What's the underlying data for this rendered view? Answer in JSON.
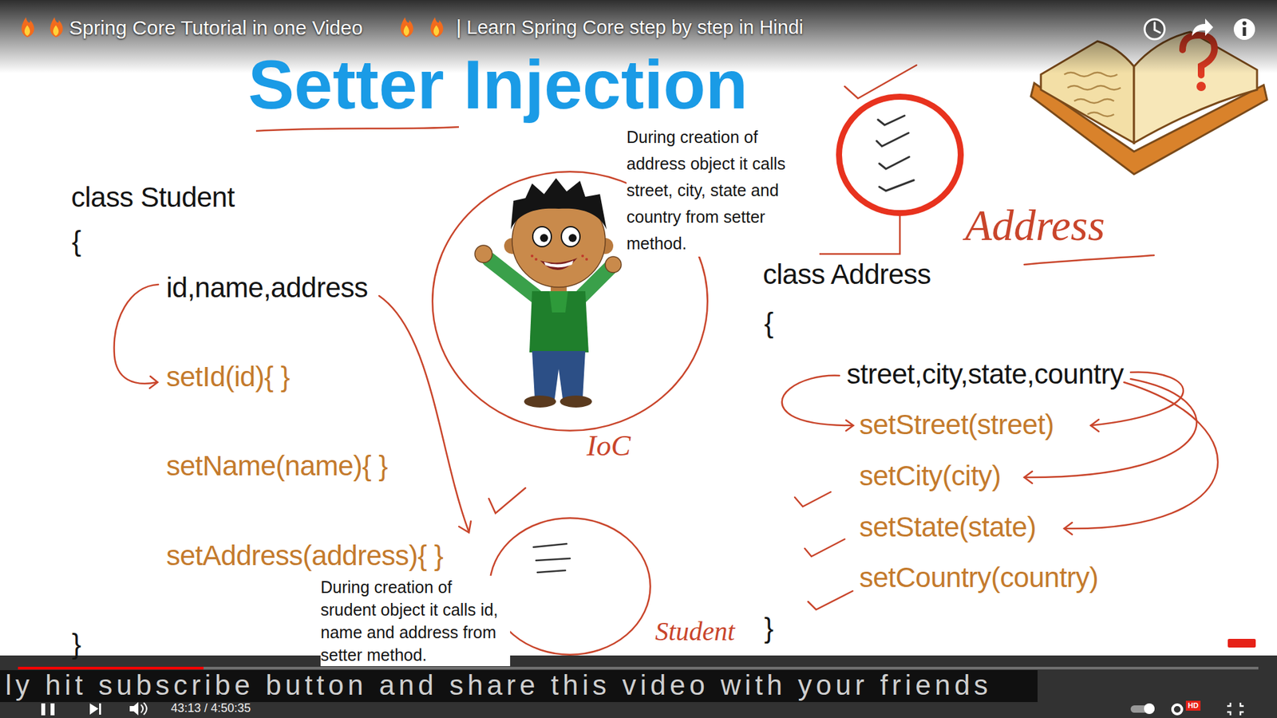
{
  "diagram": {
    "title": "Setter Injection",
    "nodes": [
      {
        "text": [
          "IoC"
        ]
      },
      {
        "text": [
          "Address"
        ]
      },
      {
        "text": [
          "Student"
        ]
      }
    ],
    "edges": [
      {
        "from": 0,
        "to": 1,
        "arrow": "none"
      }
    ],
    "labels": [
      "Spring Core Tutorial in one Video",
      "| Learn Spring Core step by step in Hindi",
      "class Student",
      "{",
      "id,name,address",
      "setId(id){ }",
      "setName(name){ }",
      "setAddress(address){ }",
      "}",
      "class Address",
      "{",
      "street,city,state,country",
      "setStreet(street)",
      "setCity(city)",
      "setState(state)",
      "setCountry(country)",
      "}",
      "During creation of address object it calls street, city, state and country from setter method.",
      "During creation of srudent object it calls id, name and address from setter method.",
      "ly hit subscribe button and share this video with your friends",
      "43:13 / 4:50:35",
      "HD"
    ]
  }
}
